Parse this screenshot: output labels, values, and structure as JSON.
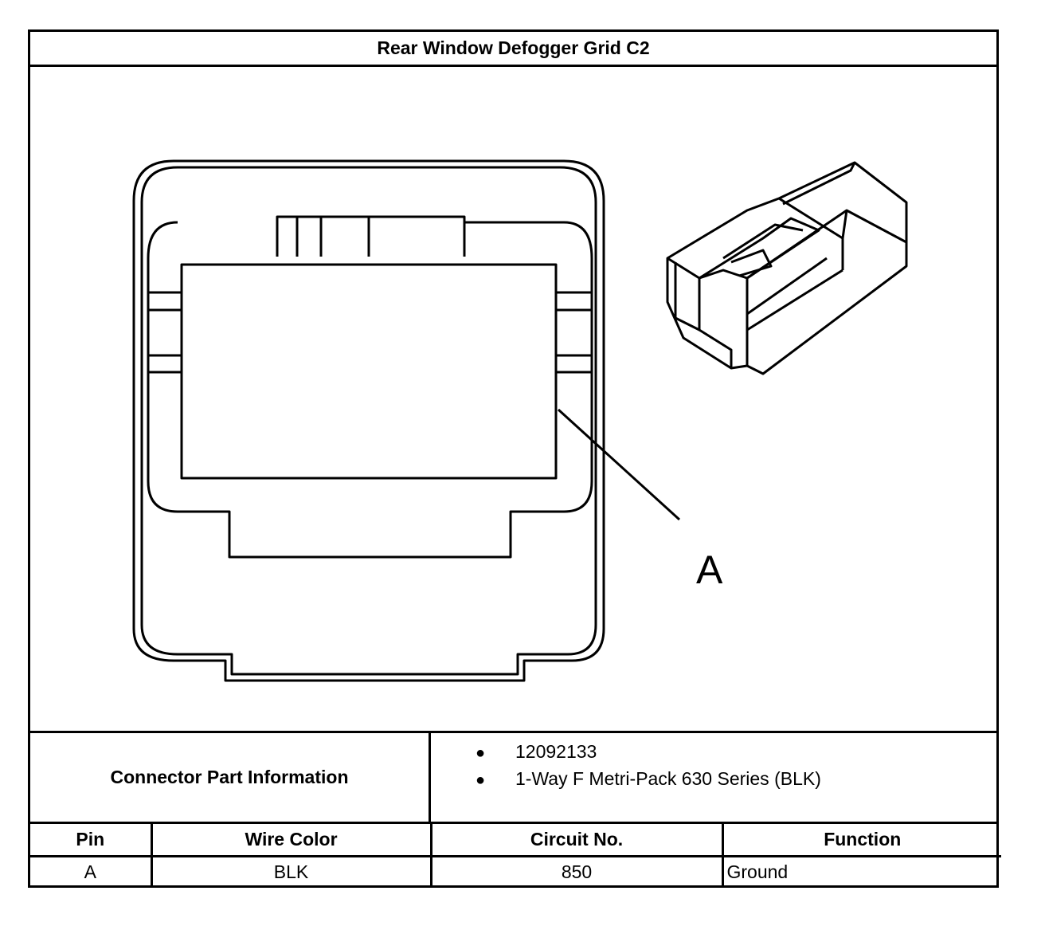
{
  "header": {
    "title": "Rear Window Defogger Grid C2"
  },
  "diagram": {
    "callout_label": "A"
  },
  "connector_info": {
    "label": "Connector Part Information",
    "items": [
      "12092133",
      "1-Way F Metri-Pack 630 Series (BLK)"
    ],
    "bullet": "●"
  },
  "pin_table": {
    "headers": [
      "Pin",
      "Wire Color",
      "Circuit No.",
      "Function"
    ],
    "rows": [
      [
        "A",
        "BLK",
        "850",
        "Ground"
      ]
    ]
  }
}
